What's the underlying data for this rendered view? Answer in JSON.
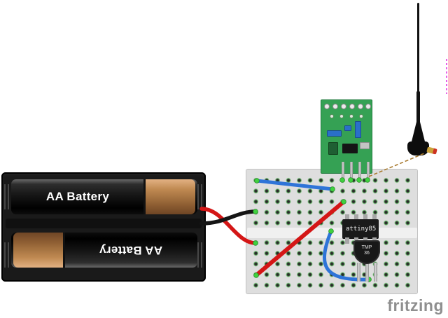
{
  "watermark": "fritzing",
  "battery_pack": {
    "top_label": "AA Battery",
    "bottom_label": "AA Battery"
  },
  "mcu": {
    "label": "attiny85"
  },
  "sensor": {
    "label_line1": "TMP",
    "label_line2": "36"
  },
  "colors": {
    "wire_red": "#d41616",
    "wire_black": "#151515",
    "wire_blue": "#2e74d8",
    "board_green": "#35a154",
    "breadboard_gray": "#dedede",
    "dot_green": "#3fd13f",
    "dashed_tan": "#a87a2e",
    "dashed_magenta": "#e23ae2",
    "watermark_gray": "#8f8f8f"
  }
}
